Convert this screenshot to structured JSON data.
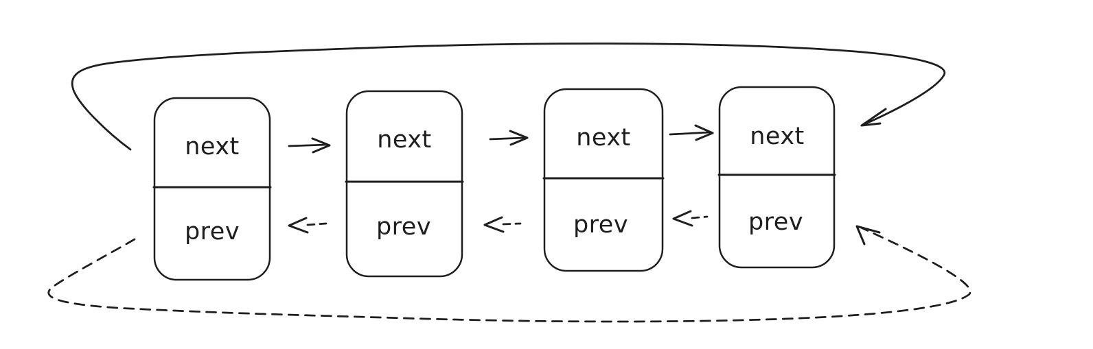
{
  "colors": {
    "ink": "#1e1e1e",
    "background": "#ffffff"
  },
  "nodes": [
    {
      "next": "next",
      "prev": "prev"
    },
    {
      "next": "next",
      "prev": "prev"
    },
    {
      "next": "next",
      "prev": "prev"
    },
    {
      "next": "next",
      "prev": "prev"
    }
  ],
  "edges": [
    {
      "kind": "next",
      "style": "solid",
      "direction": "right",
      "from": 1,
      "to": 2
    },
    {
      "kind": "next",
      "style": "solid",
      "direction": "right",
      "from": 2,
      "to": 3
    },
    {
      "kind": "next",
      "style": "solid",
      "direction": "right",
      "from": 3,
      "to": 4
    },
    {
      "kind": "prev",
      "style": "dashed",
      "direction": "left",
      "from": 2,
      "to": 1
    },
    {
      "kind": "prev",
      "style": "dashed",
      "direction": "left",
      "from": 3,
      "to": 2
    },
    {
      "kind": "prev",
      "style": "dashed",
      "direction": "left",
      "from": 4,
      "to": 3
    },
    {
      "kind": "wrap",
      "style": "solid",
      "path": "over-top",
      "arrowhead_at": 4
    },
    {
      "kind": "wrap",
      "style": "dashed",
      "path": "under-bottom",
      "arrowhead_at": 4
    }
  ]
}
